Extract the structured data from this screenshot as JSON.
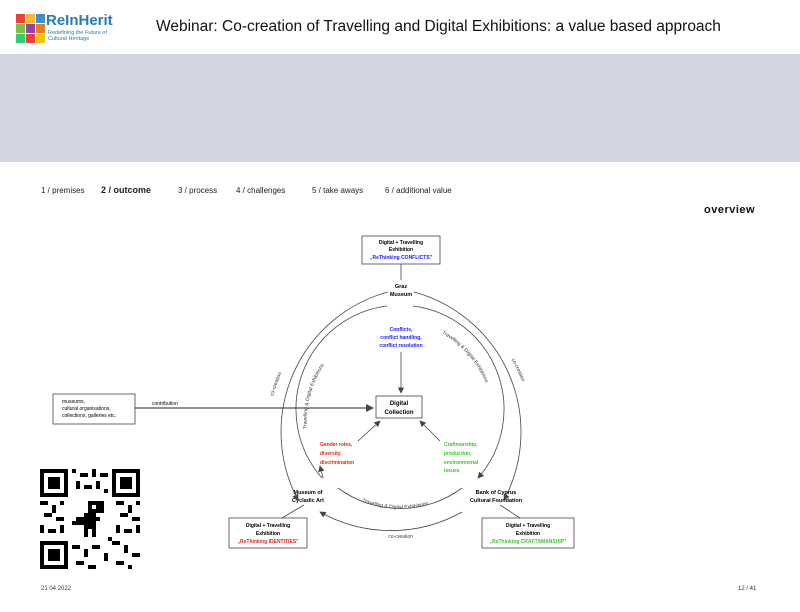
{
  "logo": {
    "name": "ReInHerit",
    "tagline": "Redefining the Future of Cultural Heritage"
  },
  "title": "Webinar: Co-creation of Travelling and Digital Exhibitions: a value based approach",
  "tabs": [
    {
      "label": "1 / premises",
      "active": false
    },
    {
      "label": "2 / outcome",
      "active": true
    },
    {
      "label": "3 / process",
      "active": false
    },
    {
      "label": "4 / challenges",
      "active": false
    },
    {
      "label": "5 / take aways",
      "active": false
    },
    {
      "label": "6 / additional value",
      "active": false
    }
  ],
  "overview": "overview",
  "diagram": {
    "top_box": {
      "line1": "Digital + Travelling",
      "line2": "Exhibition",
      "line3": "„ReThinking CONFLICTS\""
    },
    "left_box": {
      "line1": "Digital + Travelling",
      "line2": "Exhibition",
      "line3": "„ReThinking IDENTITIES\""
    },
    "right_box": {
      "line1": "Digital + Travelling",
      "line2": "Exhibition",
      "line3": "„ReThinking CRAFTSMANSHIP\""
    },
    "graz": {
      "line1": "Graz",
      "line2": "Museum"
    },
    "cycladic": {
      "line1": "Museum of",
      "line2": "Cycladic Art"
    },
    "cyprus": {
      "line1": "Bank of Cyprus",
      "line2": "Cultural Foundation"
    },
    "center": {
      "line1": "Digital",
      "line2": "Collection"
    },
    "conflicts": {
      "line1": "Conflicts,",
      "line2": "conflict handling,",
      "line3": "conflict resolution"
    },
    "gender": {
      "line1": "Gender roles,",
      "line2": "diversity,",
      "line3": "discrimination"
    },
    "crafts": {
      "line1": "Craftmanship,",
      "line2": "production,",
      "line3": "environmental",
      "line4": "issues"
    },
    "source_box": {
      "line1": "museums,",
      "line2": "cultural organisations,",
      "line3": "collections, galleries etc."
    },
    "contribution": "contribution",
    "inner_label_left": "Travelling & Digital Exhibitions",
    "inner_label_right": "Travelling & Digital Exhibitions",
    "inner_label_bottom": "Travelling & Digital Exhibitions",
    "outer_label_left": "co-creation",
    "outer_label_right": "co-creation",
    "outer_label_bottom": "co-creation",
    "colors": {
      "conflicts": "#1a1aff",
      "identities": "#e0241b",
      "crafts": "#33cc22",
      "line": "#444444"
    }
  },
  "footer": {
    "date": "21 04 2022",
    "page": "12 / 41"
  }
}
